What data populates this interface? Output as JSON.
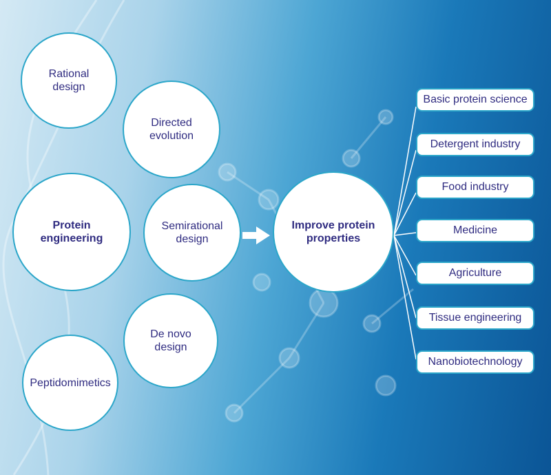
{
  "methods": [
    {
      "label": "Rational design"
    },
    {
      "label": "Directed evolution"
    },
    {
      "label": "Protein engineering"
    },
    {
      "label": "Semirational design"
    },
    {
      "label": "De novo design"
    },
    {
      "label": "Peptidomimetics"
    }
  ],
  "goal": {
    "label": "Improve protein properties"
  },
  "applications": [
    "Basic protein science",
    "Detergent industry",
    "Food industry",
    "Medicine",
    "Agriculture",
    "Tissue engineering",
    "Nanobiotechnology"
  ],
  "colors": {
    "text": "#2f2b80",
    "border": "#2ba6c9",
    "bg_light": "#d4e9f4",
    "bg_dark": "#0b5596"
  }
}
